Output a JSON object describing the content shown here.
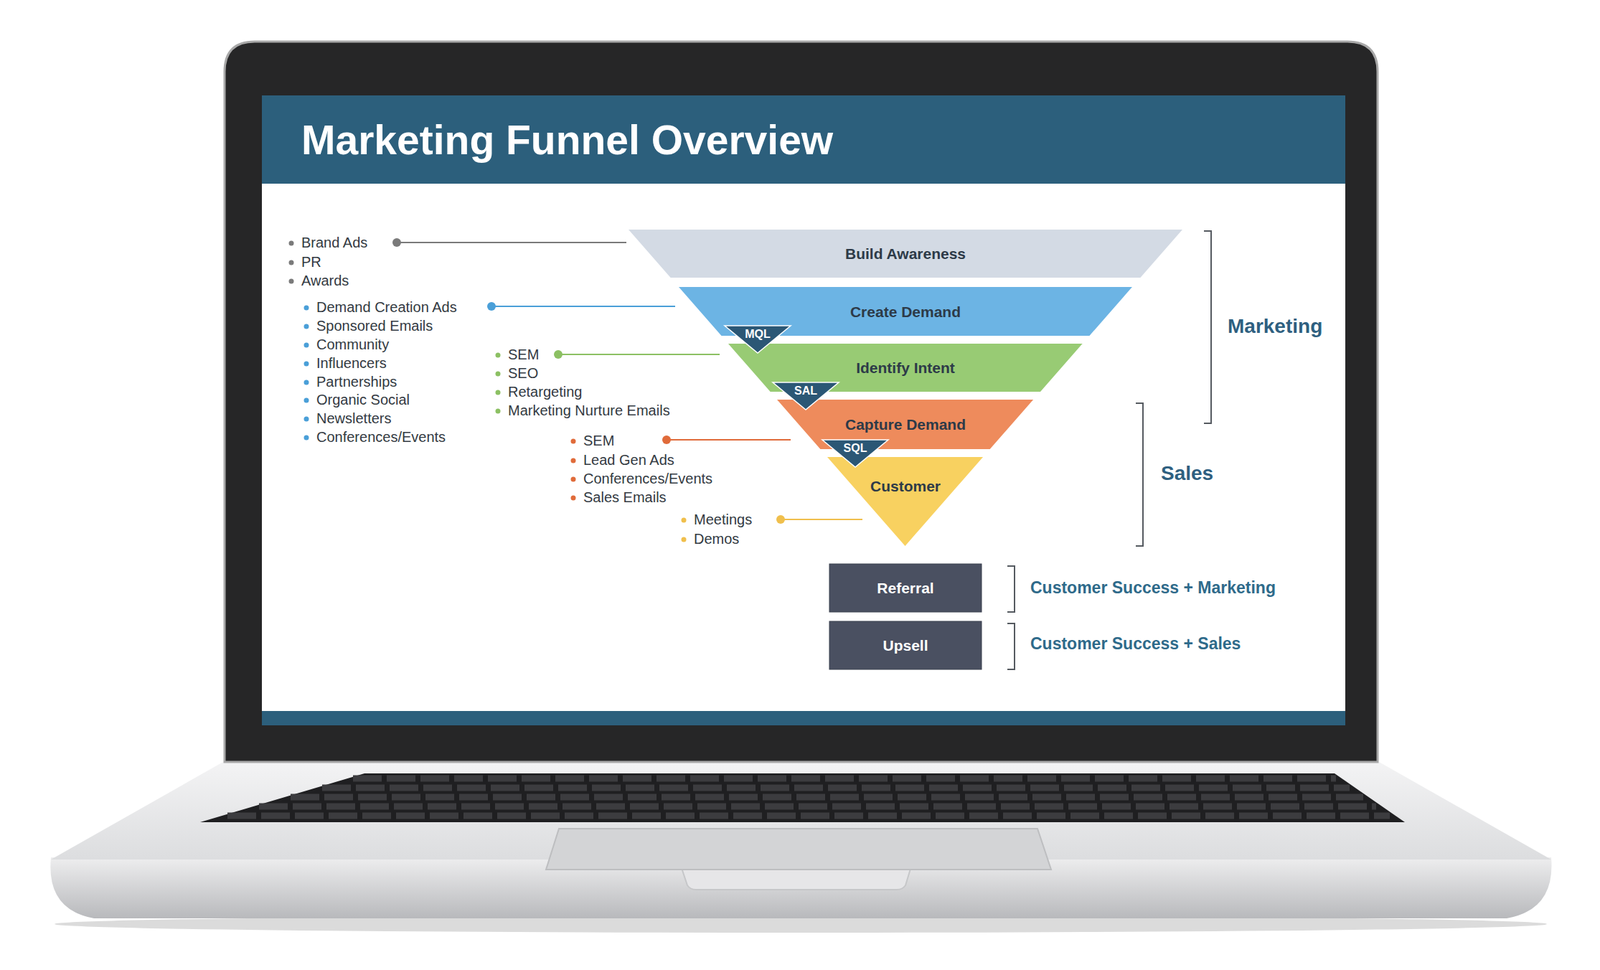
{
  "diagram": {
    "title": "Marketing Funnel Overview",
    "nodes": [
      {
        "text": [
          "Build Awareness"
        ]
      },
      {
        "text": [
          "Create Demand"
        ]
      },
      {
        "text": [
          "MQL"
        ]
      },
      {
        "text": [
          "Identify Intent"
        ]
      },
      {
        "text": [
          "SAL"
        ]
      },
      {
        "text": [
          "Capture Demand"
        ]
      },
      {
        "text": [
          "SQL"
        ]
      },
      {
        "text": [
          "Customer"
        ]
      },
      {
        "text": [
          "Referral"
        ]
      },
      {
        "text": [
          "Upsell"
        ]
      }
    ],
    "labels": [
      "Brand Ads",
      "PR",
      "Awards",
      "Demand Creation Ads",
      "Sponsored Emails",
      "Community",
      "Influencers",
      "Partnerships",
      "Organic Social",
      "Newsletters",
      "Conferences/Events",
      "SEM",
      "SEO",
      "Retargeting",
      "Marketing Nurture Emails",
      "SEM",
      "Lead Gen Ads",
      "Conferences/Events",
      "Sales Emails",
      "Meetings",
      "Demos",
      "Marketing",
      "Sales",
      "Customer Success + Marketing",
      "Customer Success + Sales"
    ]
  }
}
